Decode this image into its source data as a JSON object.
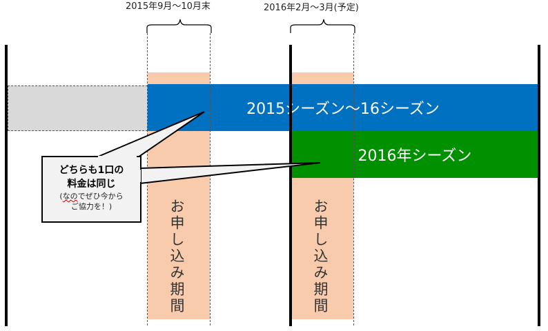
{
  "periods": {
    "first": {
      "label": "2015年9月～10月末"
    },
    "second": {
      "label": "2016年2月～3月(予定)"
    }
  },
  "bars": {
    "blue": {
      "label": "2015シーズン～16シーズン",
      "color": "#0070c0"
    },
    "green": {
      "label": "2016年シーズン",
      "color": "#009000"
    }
  },
  "application_period": {
    "label": "お申し込み期間",
    "color": "#f8cbad"
  },
  "callout": {
    "line1": "どちらも1口の",
    "line2": "料金は同じ",
    "note_prefix": "(",
    "note_squiggle": "なの",
    "note_rest": "でぜひ今から",
    "note_line2": "ご協力を！)"
  }
}
